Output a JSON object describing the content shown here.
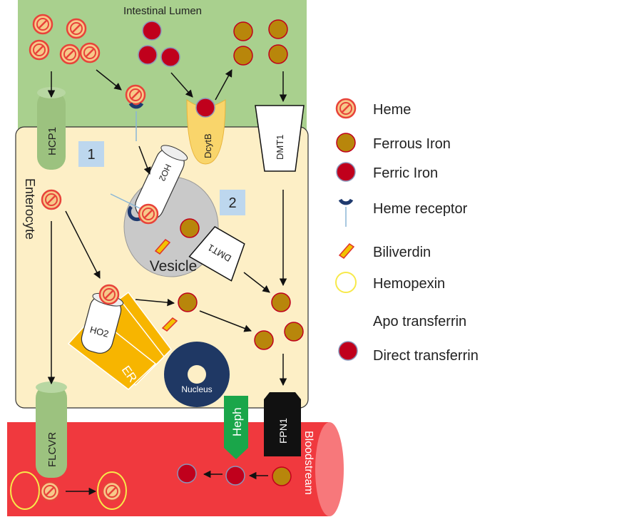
{
  "labels": {
    "lumen": "Intestinal Lumen",
    "enterocyte": "Enterocyte",
    "bloodstream": "Bloodstream",
    "hcp1": "HCP1",
    "dcytb": "DcytB",
    "dmt1_top": "DMT1",
    "dmt1_vesicle": "DMT1",
    "ho2_top": "HO2",
    "ho2_er": "HO2",
    "vesicle": "Vesicle",
    "er": "ER",
    "nucleus": "Nucleus",
    "flcvr": "FLCVR",
    "heph": "Heph",
    "fpn1": "FPN1",
    "box1": "1",
    "box2": "2"
  },
  "legend": [
    {
      "key": "heme",
      "label": "Heme",
      "icon": "heme-icon"
    },
    {
      "key": "ferrous",
      "label": "Ferrous Iron",
      "icon": "ferrous-iron-icon"
    },
    {
      "key": "ferric",
      "label": "Ferric Iron",
      "icon": "ferric-iron-icon"
    },
    {
      "key": "receptor",
      "label": "Heme receptor",
      "icon": "heme-receptor-icon"
    },
    {
      "key": "biliverdin",
      "label": "Biliverdin",
      "icon": "biliverdin-icon"
    },
    {
      "key": "hemopexin",
      "label": "Hemopexin",
      "icon": "hemopexin-icon"
    },
    {
      "key": "apo",
      "label": "Apo transferrin",
      "icon": "apo-transferrin-icon"
    },
    {
      "key": "direct",
      "label": "Direct transferrin",
      "icon": "direct-transferrin-icon"
    }
  ],
  "colors": {
    "lumen": "#a9d08e",
    "cell": "#fdefc6",
    "blood": "#f0393e",
    "heme_fill": "#f7c98a",
    "heme_stroke": "#e8433a",
    "ferrous": "#b8860b",
    "ferric": "#c0001c",
    "receptor": "#1f3a6e",
    "biliverdin": "#f2c200",
    "er": "#f7b500",
    "nucleus": "#1f3864",
    "transporter_green": "#9cc27f",
    "dcytb": "#f9d56b",
    "heph": "#1aa64a",
    "fpn1": "#111111",
    "numbox": "#bdd7ee"
  }
}
